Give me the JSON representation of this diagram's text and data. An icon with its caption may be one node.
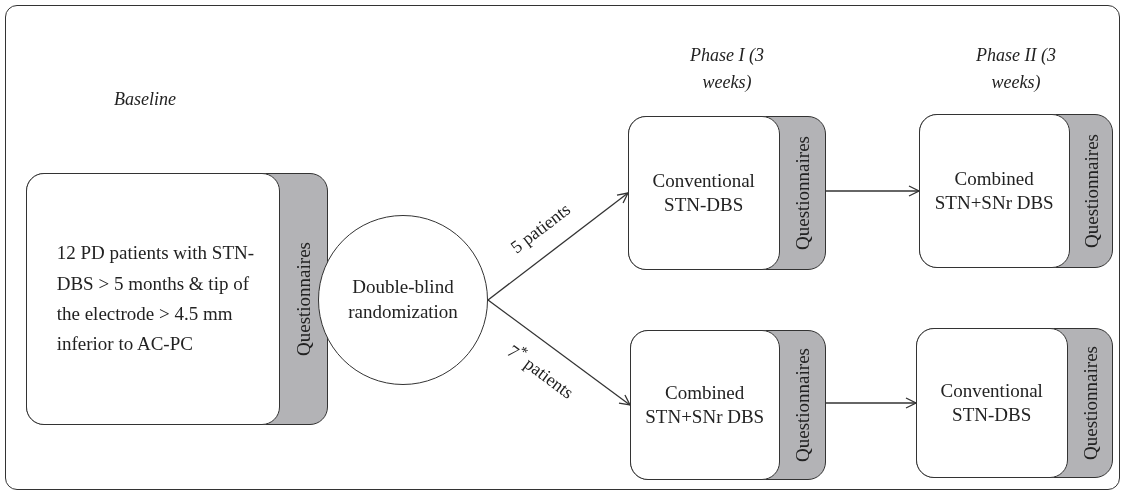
{
  "diagram": {
    "nodes": [
      {
        "text": [
          "12 PD patients with STN-DBS > 5 months & tip of the electrode > 4.5 mm inferior to AC-PC",
          "Questionnaires"
        ]
      },
      {
        "text": [
          "Double-blind randomization"
        ]
      },
      {
        "text": [
          "Conventional STN-DBS",
          "Questionnaires"
        ]
      },
      {
        "text": [
          "Combined STN+SNr DBS",
          "Questionnaires"
        ]
      },
      {
        "text": [
          "Combined STN+SNr DBS",
          "Questionnaires"
        ]
      },
      {
        "text": [
          "Conventional STN-DBS",
          "Questionnaires"
        ]
      }
    ],
    "edges": [
      {
        "from": 1,
        "to": 2,
        "arrow": "to",
        "label": "5 patients"
      },
      {
        "from": 1,
        "to": 4,
        "arrow": "to",
        "label": "7$^{*}$ patients"
      },
      {
        "from": 2,
        "to": 3,
        "arrow": "to"
      },
      {
        "from": 4,
        "to": 5,
        "arrow": "to"
      }
    ],
    "labels": [
      "Baseline",
      "Phase I (3 weeks)",
      "Phase II (3 weeks)"
    ]
  }
}
